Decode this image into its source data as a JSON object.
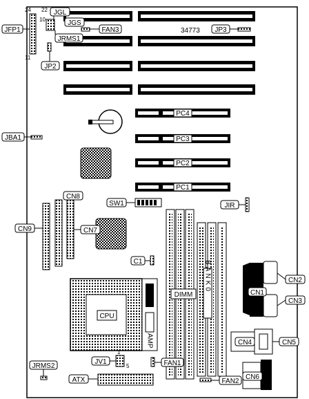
{
  "board_id": "34773",
  "jumper_labels": {
    "jfp1": "JFP1",
    "jgl": "JGL",
    "jgs": "JGS",
    "jrms1": "JRMS1",
    "fan3": "FAN3",
    "jp3": "JP3",
    "jp2": "JP2",
    "jba1": "JBA1",
    "sw1": "SW1",
    "jir": "JIR",
    "c1": "C1",
    "jv1": "JV1",
    "fan1": "FAN1",
    "atx": "ATX",
    "jrms2": "JRMS2",
    "fan2": "FAN2"
  },
  "pin_numbers": {
    "p24": "24",
    "p22": "22",
    "p10": "10",
    "p11": "11",
    "p1": "1",
    "p5": "5"
  },
  "slots": {
    "pc4": "PC4",
    "pc3": "PC3",
    "pc2": "PC2",
    "pc1": "PC1"
  },
  "connectors": {
    "cn8": "CN8",
    "cn9": "CN9",
    "cn7": "CN7",
    "cn1": "CN1",
    "cn2": "CN2",
    "cn3": "CN3",
    "cn4": "CN4",
    "cn5": "CN5",
    "cn6": "CN6"
  },
  "components": {
    "cpu": "CPU",
    "amp": "AMP",
    "dimm": "DIMM",
    "bank": "BANK0"
  }
}
